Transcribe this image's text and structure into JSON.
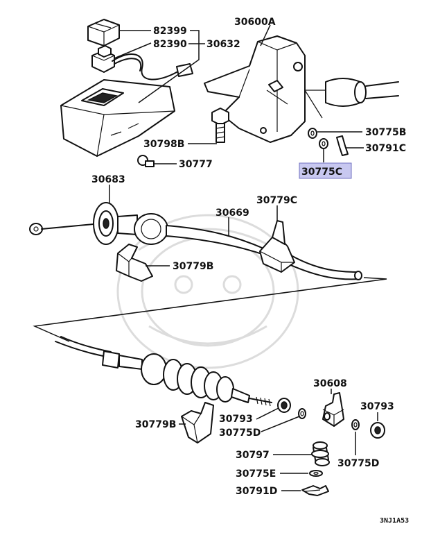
{
  "diagram": {
    "code": "3NJ1A53",
    "highlight_color": "#c8c8f0",
    "labels": {
      "p82399": "82399",
      "p82390": "82390",
      "p30632": "30632",
      "p30600A": "30600A",
      "p30775B": "30775B",
      "p30791C_top": "30791C",
      "p30775C": "30775C",
      "p30798B": "30798B",
      "p30777": "30777",
      "p30683": "30683",
      "p30779C": "30779C",
      "p30669": "30669",
      "p30779B_top": "30779B",
      "p30608": "30608",
      "p30793_right": "30793",
      "p30779B_bottom": "30779B",
      "p30793_left": "30793",
      "p30775D_left": "30775D",
      "p30797": "30797",
      "p30775D_right": "30775D",
      "p30775E": "30775E",
      "p30791D": "30791D"
    }
  }
}
